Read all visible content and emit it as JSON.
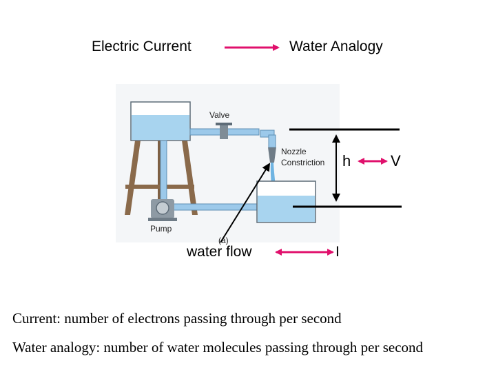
{
  "header": {
    "left_label": "Electric Current",
    "right_label": "Water Analogy"
  },
  "illustration": {
    "valve_label": "Valve",
    "nozzle_label_line1": "Nozzle",
    "nozzle_label_line2": "Constriction",
    "pump_label": "Pump",
    "figure_tag": "(a)"
  },
  "analogy": {
    "height_symbol": "h",
    "voltage_symbol": "V",
    "flow_label": "water flow",
    "current_symbol": "I"
  },
  "definitions": {
    "current_term": "Current",
    "current_text": ": number of electrons passing through per second",
    "water_text": "Water analogy: number of water molecules passing through per second"
  },
  "colors": {
    "arrow": "#e0106c",
    "water": "#a8d4ef",
    "pipe": "#9cc9ea",
    "stand": "#8a6a4b"
  }
}
